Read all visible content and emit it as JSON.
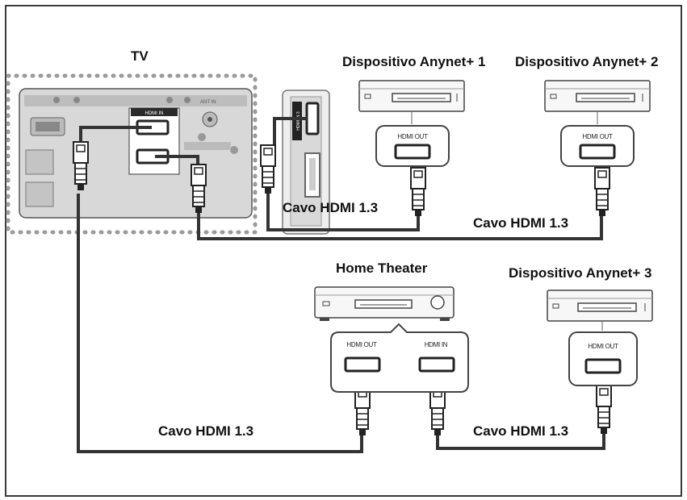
{
  "labels": {
    "tv": "TV",
    "device1": "Dispositivo Anynet+ 1",
    "device2": "Dispositivo Anynet+ 2",
    "home_theater": "Home Theater",
    "device3": "Dispositivo Anynet+ 3",
    "cable_tv_d1": "Cavo HDMI 1.3",
    "cable_tv_d2": "Cavo HDMI 1.3",
    "cable_tv_ht": "Cavo HDMI 1.3",
    "cable_ht_d3": "Cavo HDMI 1.3"
  },
  "ports": {
    "tv_hdmi_in": "HDMI IN",
    "tv_side_hdmi": "HDMI IN 3",
    "tv_antenna": "ANT IN",
    "device1_out": "HDMI OUT",
    "device2_out": "HDMI OUT",
    "ht_out": "HDMI OUT",
    "ht_in": "HDMI IN",
    "device3_out": "HDMI OUT"
  },
  "icons": [
    "tv-rear-panel",
    "dvd-player-icon",
    "home-theater-icon",
    "hdmi-plug-icon"
  ]
}
